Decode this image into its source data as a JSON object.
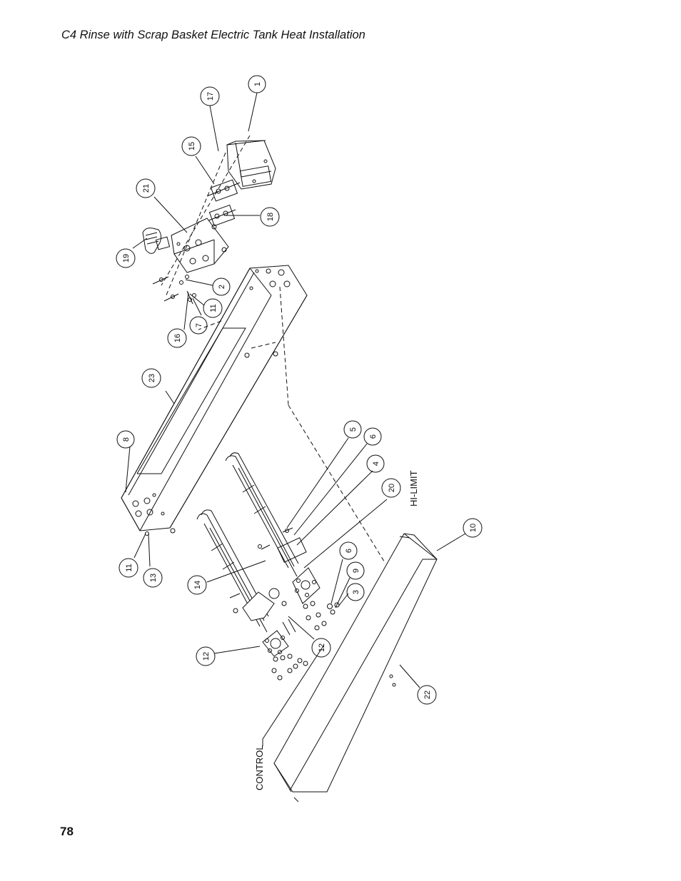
{
  "header": {
    "title": "C4 Rinse with Scrap Basket Electric Tank Heat Installation"
  },
  "footer": {
    "page_number": "78"
  },
  "diagram": {
    "callouts": {
      "c1": "1",
      "c17": "17",
      "c15": "15",
      "c21": "21",
      "c19": "19",
      "c18": "18",
      "c2": "2",
      "c11a": "11",
      "c7": "7",
      "c16": "16",
      "c23": "23",
      "c8": "8",
      "c11b": "11",
      "c13": "13",
      "c5": "5",
      "c6a": "6",
      "c4": "4",
      "c20": "20",
      "c10": "10",
      "c6b": "6",
      "c9": "9",
      "c3": "3",
      "c14": "14",
      "c12a": "12",
      "c12b": "12",
      "c22": "22"
    },
    "labels": {
      "hi_limit": "HI-LIMIT",
      "control": "CONTROL"
    }
  }
}
